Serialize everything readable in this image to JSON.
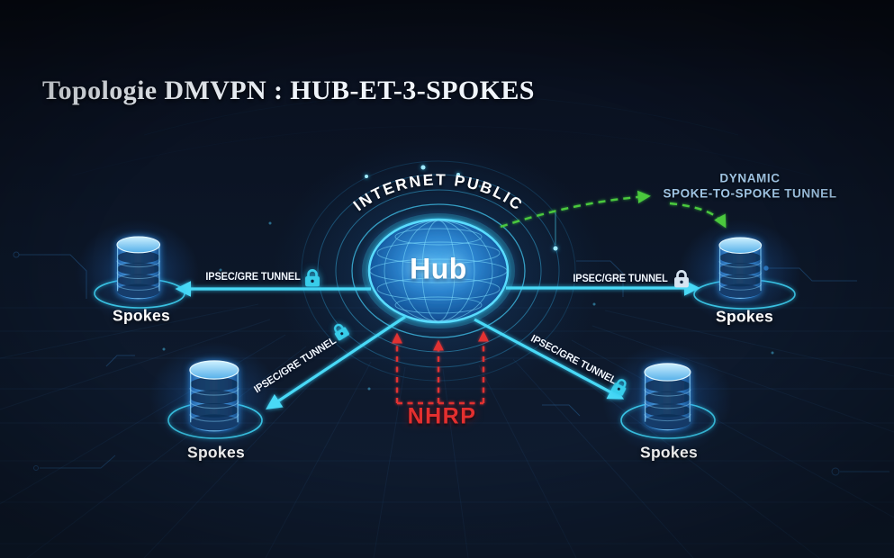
{
  "title": "Topologie DMVPN : HUB-ET-3-SPOKES",
  "hub": {
    "label": "Hub",
    "network_label": "INTERNET PUBLIC"
  },
  "spokes": [
    {
      "position": "left",
      "label": "Spokes"
    },
    {
      "position": "right",
      "label": "Spokes"
    },
    {
      "position": "bottom-left",
      "label": "Spokes"
    },
    {
      "position": "bottom-right",
      "label": "Spokes"
    }
  ],
  "tunnels": [
    {
      "position": "hub-to-left-spoke",
      "label": "IPSEC/GRE TUNNEL"
    },
    {
      "position": "hub-to-right-spoke",
      "label": "IPSEC/GRE TUNNEL"
    },
    {
      "position": "hub-to-bottom-left-spoke",
      "label": "IPSEC/GRE TUNNEL"
    },
    {
      "position": "hub-to-bottom-right-spoke",
      "label": "IPSEC/GRE TUNNEL"
    }
  ],
  "dynamic_tunnel": {
    "line1": "DYNAMIC",
    "line2": "SPOKE-TO-SPOKE TUNNEL"
  },
  "nhrp": {
    "label": "NHRP"
  },
  "icons": {
    "tunnel_security": "lock-icon",
    "spoke_device": "server-cylinder-icon",
    "hub_device": "wireframe-globe-icon"
  },
  "colors": {
    "background": "#0c1627",
    "tunnel_cyan": "#49d9f6",
    "device_blue": "#3f9be4",
    "nhrp_red": "#e23333",
    "dynamic_green": "#4bc83e",
    "dynamic_text": "#9fc4e3",
    "label_white": "#ffffff"
  }
}
